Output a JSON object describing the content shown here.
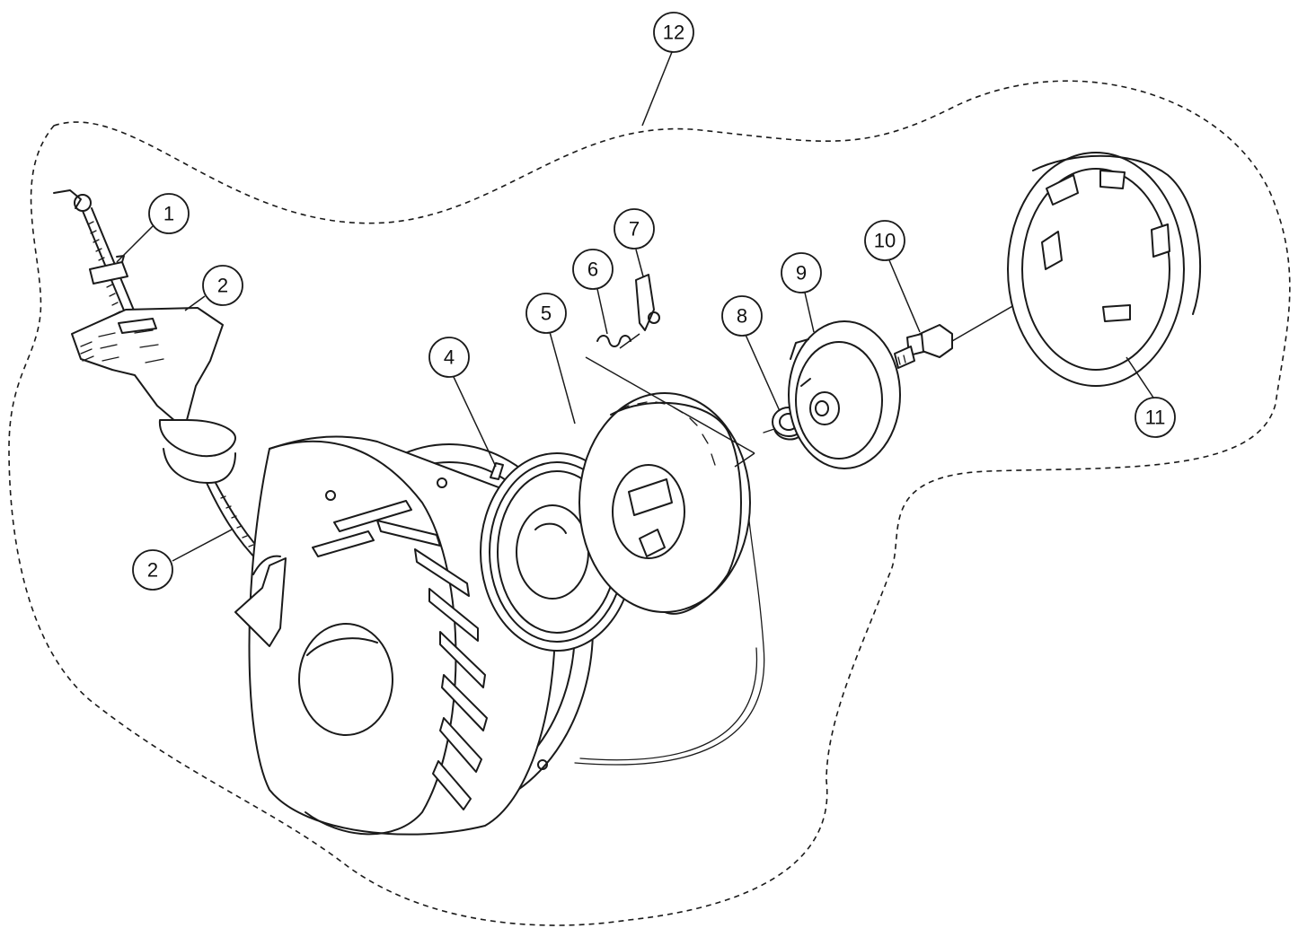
{
  "callouts": [
    {
      "id": "c1",
      "label": "1"
    },
    {
      "id": "c2a",
      "label": "2"
    },
    {
      "id": "c2b",
      "label": "2"
    },
    {
      "id": "c4",
      "label": "4"
    },
    {
      "id": "c5",
      "label": "5"
    },
    {
      "id": "c6",
      "label": "6"
    },
    {
      "id": "c7",
      "label": "7"
    },
    {
      "id": "c8",
      "label": "8"
    },
    {
      "id": "c9",
      "label": "9"
    },
    {
      "id": "c10",
      "label": "10"
    },
    {
      "id": "c11",
      "label": "11"
    },
    {
      "id": "c12",
      "label": "12"
    }
  ]
}
